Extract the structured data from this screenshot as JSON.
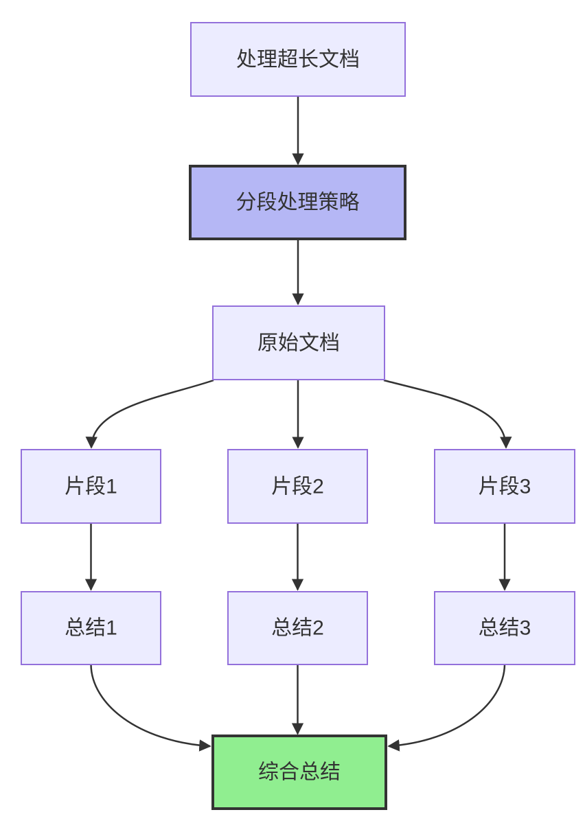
{
  "diagram": {
    "type": "flowchart-top-down",
    "background": "#FFFFFF",
    "nodes": [
      {
        "id": "task",
        "label": "处理超长文档",
        "style": "default"
      },
      {
        "id": "strategy",
        "label": "分段处理策略",
        "style": "highlight-purple"
      },
      {
        "id": "source-doc",
        "label": "原始文档",
        "style": "default"
      },
      {
        "id": "fragment-1",
        "label": "片段1",
        "style": "default"
      },
      {
        "id": "fragment-2",
        "label": "片段2",
        "style": "default"
      },
      {
        "id": "fragment-3",
        "label": "片段3",
        "style": "default"
      },
      {
        "id": "summary-1",
        "label": "总结1",
        "style": "default"
      },
      {
        "id": "summary-2",
        "label": "总结2",
        "style": "default"
      },
      {
        "id": "summary-3",
        "label": "总结3",
        "style": "default"
      },
      {
        "id": "final-summary",
        "label": "综合总结",
        "style": "highlight-green"
      }
    ],
    "edges": [
      {
        "from": "task",
        "to": "strategy"
      },
      {
        "from": "strategy",
        "to": "source-doc"
      },
      {
        "from": "source-doc",
        "to": "fragment-1"
      },
      {
        "from": "source-doc",
        "to": "fragment-2"
      },
      {
        "from": "source-doc",
        "to": "fragment-3"
      },
      {
        "from": "fragment-1",
        "to": "summary-1"
      },
      {
        "from": "fragment-2",
        "to": "summary-2"
      },
      {
        "from": "fragment-3",
        "to": "summary-3"
      },
      {
        "from": "summary-1",
        "to": "final-summary"
      },
      {
        "from": "summary-2",
        "to": "final-summary"
      },
      {
        "from": "summary-3",
        "to": "final-summary"
      }
    ],
    "colors": {
      "node_fill": "#ECECFF",
      "node_border": "#9370DB",
      "highlight_purple_fill": "#B5B7F5",
      "highlight_green_fill": "#90EE90",
      "highlight_border": "#333333",
      "edge": "#333333",
      "text": "#333333"
    }
  }
}
